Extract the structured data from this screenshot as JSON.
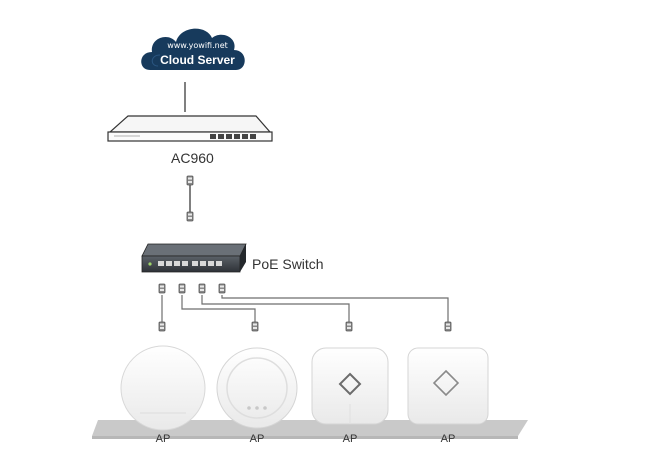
{
  "cloud": {
    "url": "www.yowifi.net",
    "title": "Cloud Server"
  },
  "controller": {
    "label": "AC960"
  },
  "switch": {
    "label": "PoE Switch"
  },
  "access_points": [
    {
      "label": "AP"
    },
    {
      "label": "AP"
    },
    {
      "label": "AP"
    },
    {
      "label": "AP"
    }
  ],
  "colors": {
    "cloud": "#173a5c",
    "cable": "#6e6e6e",
    "switch_body": "#3a3f45",
    "shelf": "#c9c9c9"
  }
}
